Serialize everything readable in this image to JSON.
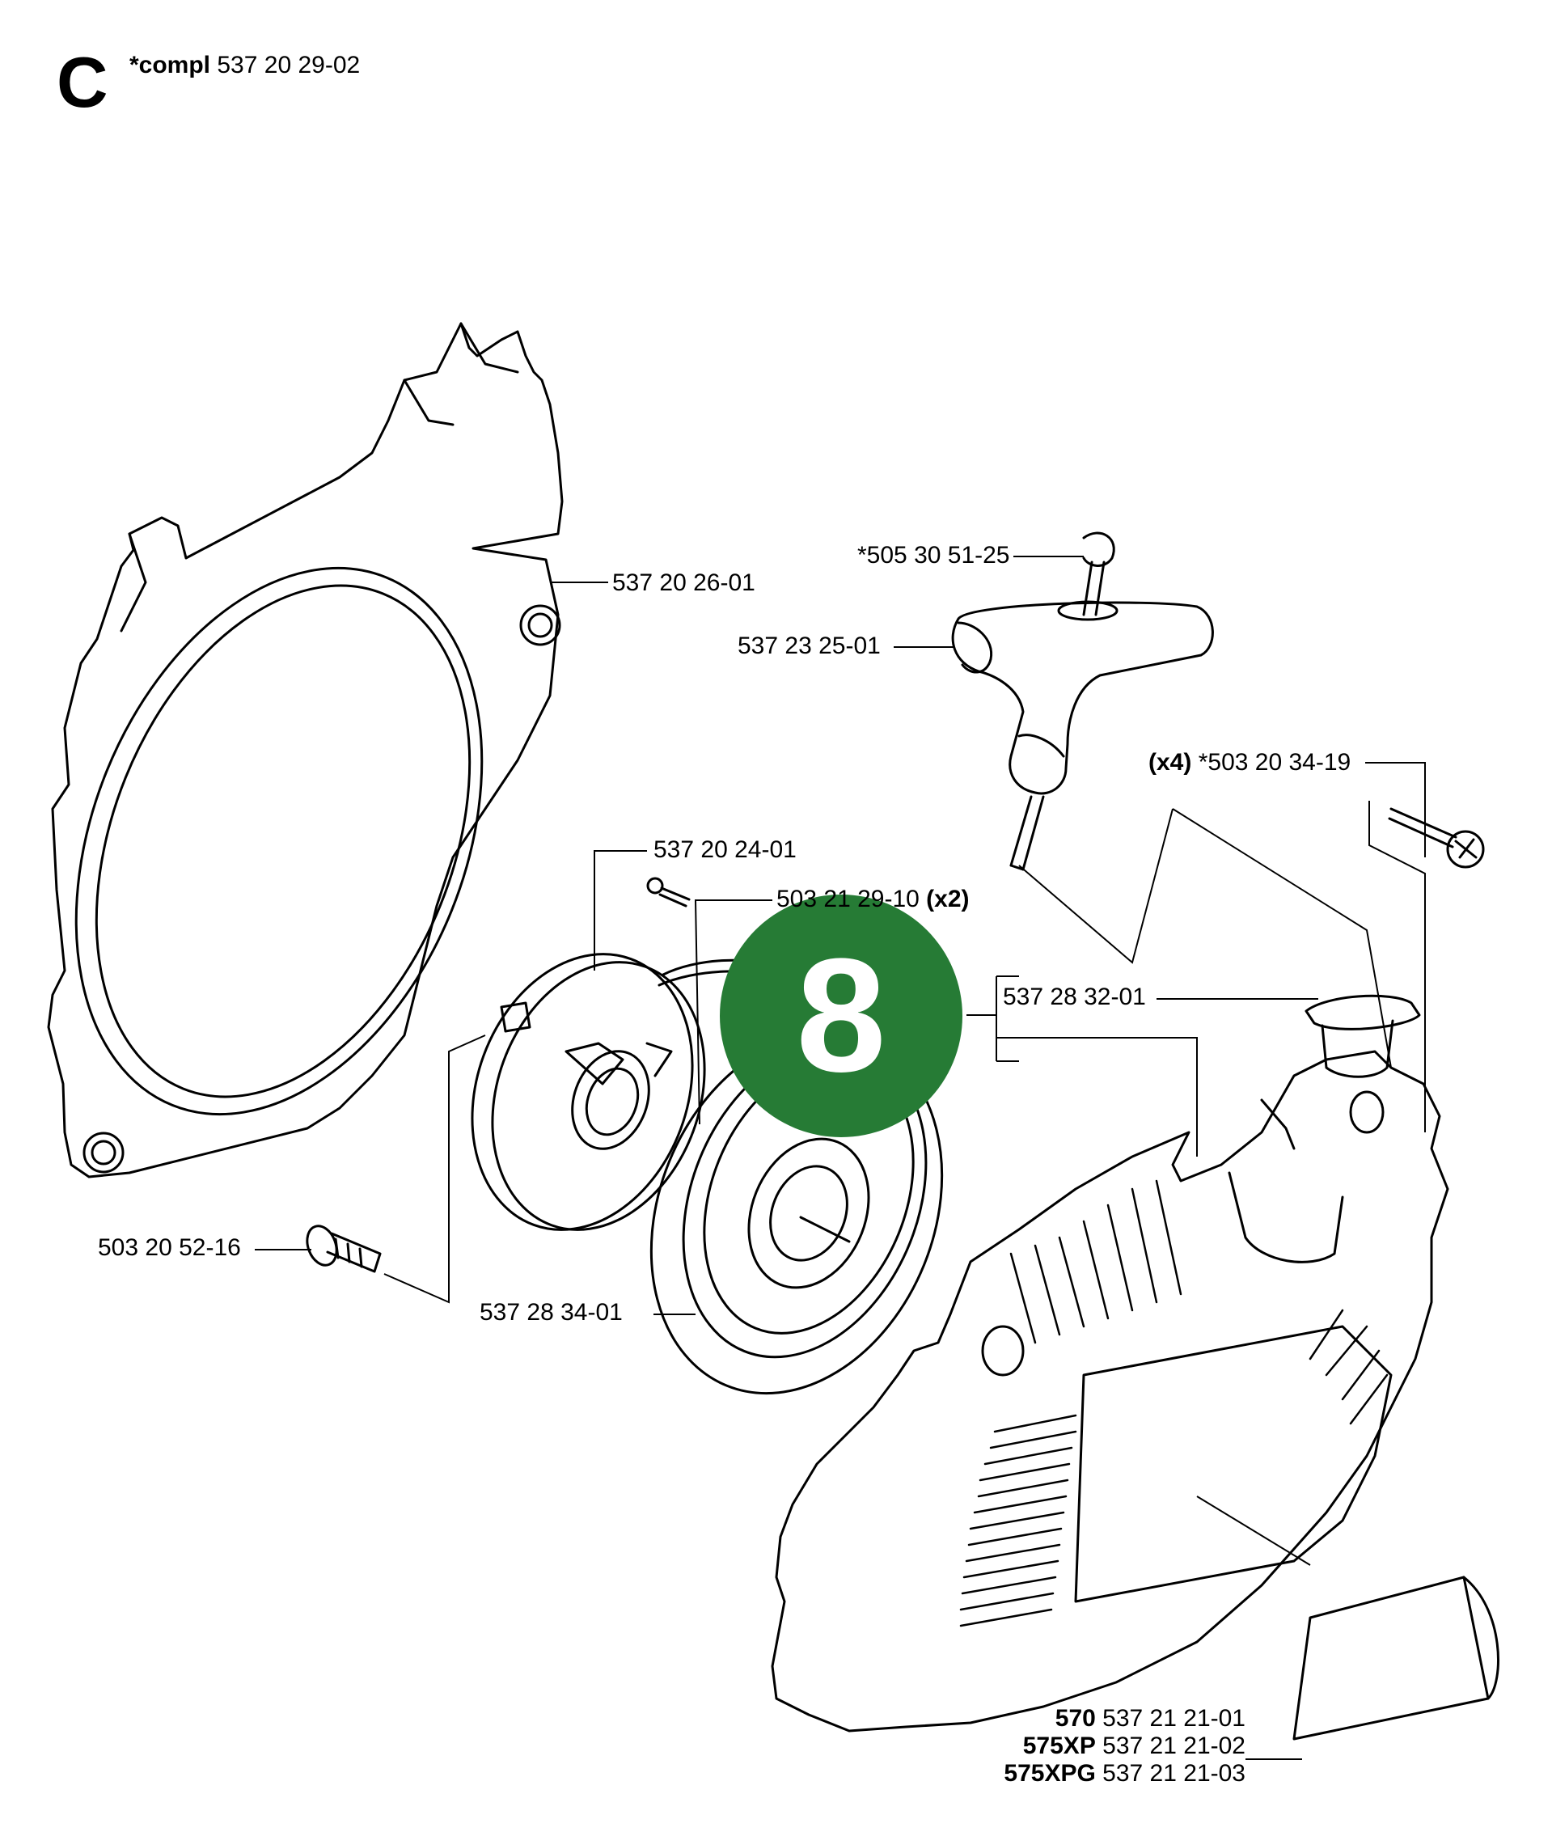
{
  "section_letter": "C",
  "compl": {
    "prefix": "*compl",
    "number": "537 20 29-02"
  },
  "badge": {
    "value": "8",
    "color": "#267b35"
  },
  "labels": {
    "cover": "537 20 26-01",
    "rope_clip": "*505 30 51-25",
    "handle": "537 23 25-01",
    "screw_x4_qty": "(x4)",
    "screw_x4": "*503 20 34-19",
    "pulley": "537 20 24-01",
    "screw_x2": "503 21 29-10",
    "screw_x2_qty": "(x2)",
    "bushing": "537 28 32-01",
    "bolt": "503 20 52-16",
    "spring": "537 28 34-01"
  },
  "housing_variants": [
    {
      "model": "570",
      "number": "537 21 21-01"
    },
    {
      "model": "575XP",
      "number": "537 21 21-02"
    },
    {
      "model": "575XPG",
      "number": "537 21 21-03"
    }
  ]
}
